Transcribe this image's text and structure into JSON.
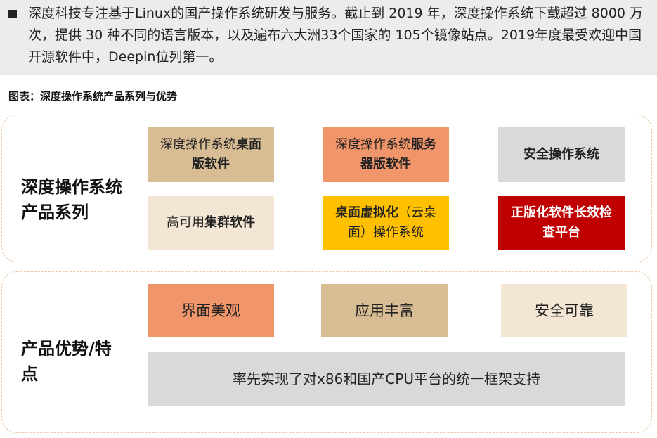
{
  "intro": {
    "text": "深度科技专注基于Linux的国产操作系统研发与服务。截止到 2019 年，深度操作系统下载超过 8000 万次，提供 30 种不同的语言版本，以及遍布六大洲33个国家的 105个镜像站点。2019年度最受欢迎中国开源软件中，Deepin位列第一。"
  },
  "figure": {
    "caption": "图表：深度操作系统产品系列与优势"
  },
  "series": {
    "label": "深度操作系统产品系列",
    "items": [
      {
        "pre": "深度操作系统",
        "bold": "桌面版软件",
        "color": "#d8bd94",
        "text_color": "#222222"
      },
      {
        "pre": "深度操作系统",
        "bold": "服务器版软件",
        "color": "#f1956a",
        "text_color": "#222222"
      },
      {
        "pre": "",
        "bold": "安全操作系统",
        "color": "#d9d9d9",
        "text_color": "#222222"
      },
      {
        "pre": "高可用",
        "bold": "集群软件",
        "color": "#f3e6d4",
        "text_color": "#222222"
      },
      {
        "pre": "",
        "bold": "桌面虚拟化",
        "post": "（云桌面）操作系统",
        "color": "#ffc000",
        "text_color": "#222222"
      },
      {
        "pre": "",
        "bold": "正版化软件长效检查平台",
        "color": "#c00000",
        "text_color": "#ffffff"
      }
    ]
  },
  "advantages": {
    "label": "产品优势/特点",
    "items": [
      {
        "text": "界面美观",
        "color": "#f1956a"
      },
      {
        "text": "应用丰富",
        "color": "#d8bd94"
      },
      {
        "text": "安全可靠",
        "color": "#f3e6d4"
      }
    ],
    "wide": {
      "text": "率先实现了对x86和国产CPU平台的统一框架支持",
      "color": "#d9d9d9"
    }
  }
}
